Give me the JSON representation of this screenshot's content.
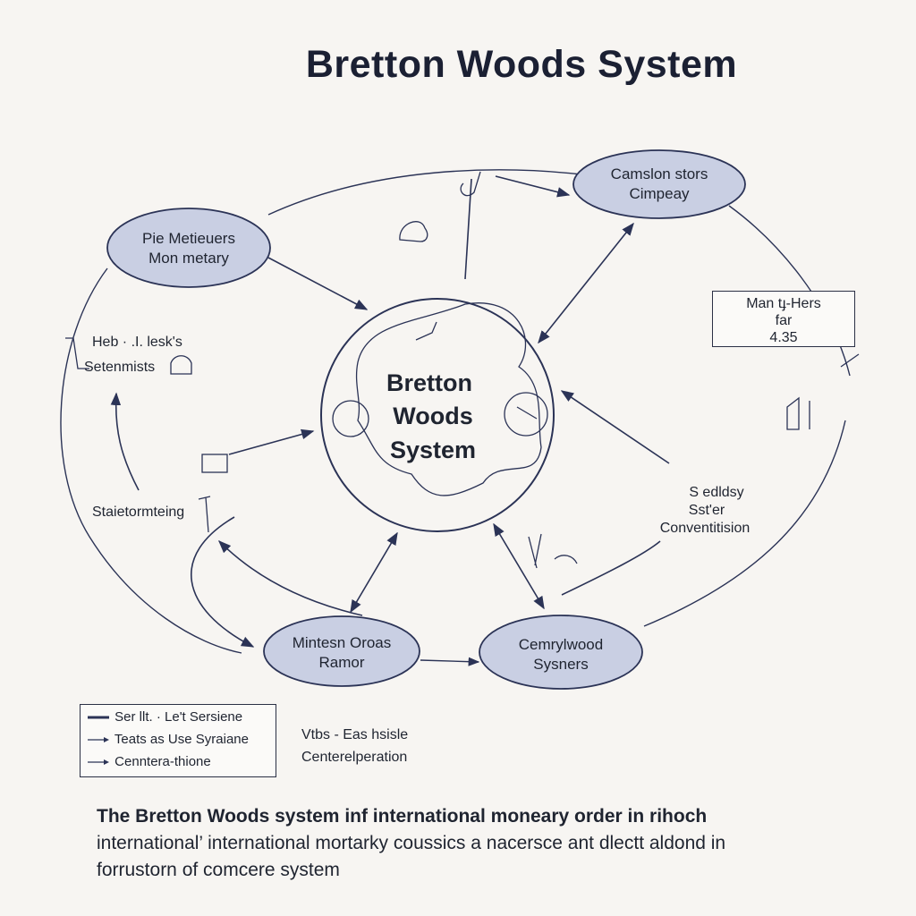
{
  "title": "Bretton Woods System",
  "center": {
    "line1": "Bretton",
    "line2": "Woods",
    "line3": "System"
  },
  "nodes": {
    "top_left": {
      "line1": "Pie Metieuers",
      "line2": "Mon metary"
    },
    "top_right": {
      "line1": "Camslon stors",
      "line2": "Cimpeay"
    },
    "bottom_left": {
      "line1": "Mintesn Oroas",
      "line2": "Ramor"
    },
    "bottom_right": {
      "line1": "Cemrylwood",
      "line2": "Sysners"
    }
  },
  "box_note": {
    "line1": "Man tɟ-Hers",
    "line2": "far",
    "line3": "4.35"
  },
  "labels": {
    "left_upper_1": "Heb · .I. lesk's",
    "left_upper_2": "Setenmists",
    "left_lower": "Staietormteing",
    "right_1": "S edldsy",
    "right_2": "Sst'er",
    "right_3": "Conventitision"
  },
  "legend": {
    "items": [
      "Ser llt.  · Le't Sersiene",
      "Teats as Use Syraiane",
      "Cenntera-thione"
    ]
  },
  "side_legend": {
    "line1": "Vtbs  - Eas hsisle",
    "line2": "Centerelperation"
  },
  "caption": {
    "line1": "The Bretton Woods system inf international moneary order in rihoch",
    "line2": "international’ international mortarky coussics a nacersce ant dlectt aldond in",
    "line3": "forrustorn of comcere system"
  },
  "colors": {
    "node_fill": "#c9cfe3",
    "stroke": "#2b3356",
    "background": "#f7f5f2"
  }
}
